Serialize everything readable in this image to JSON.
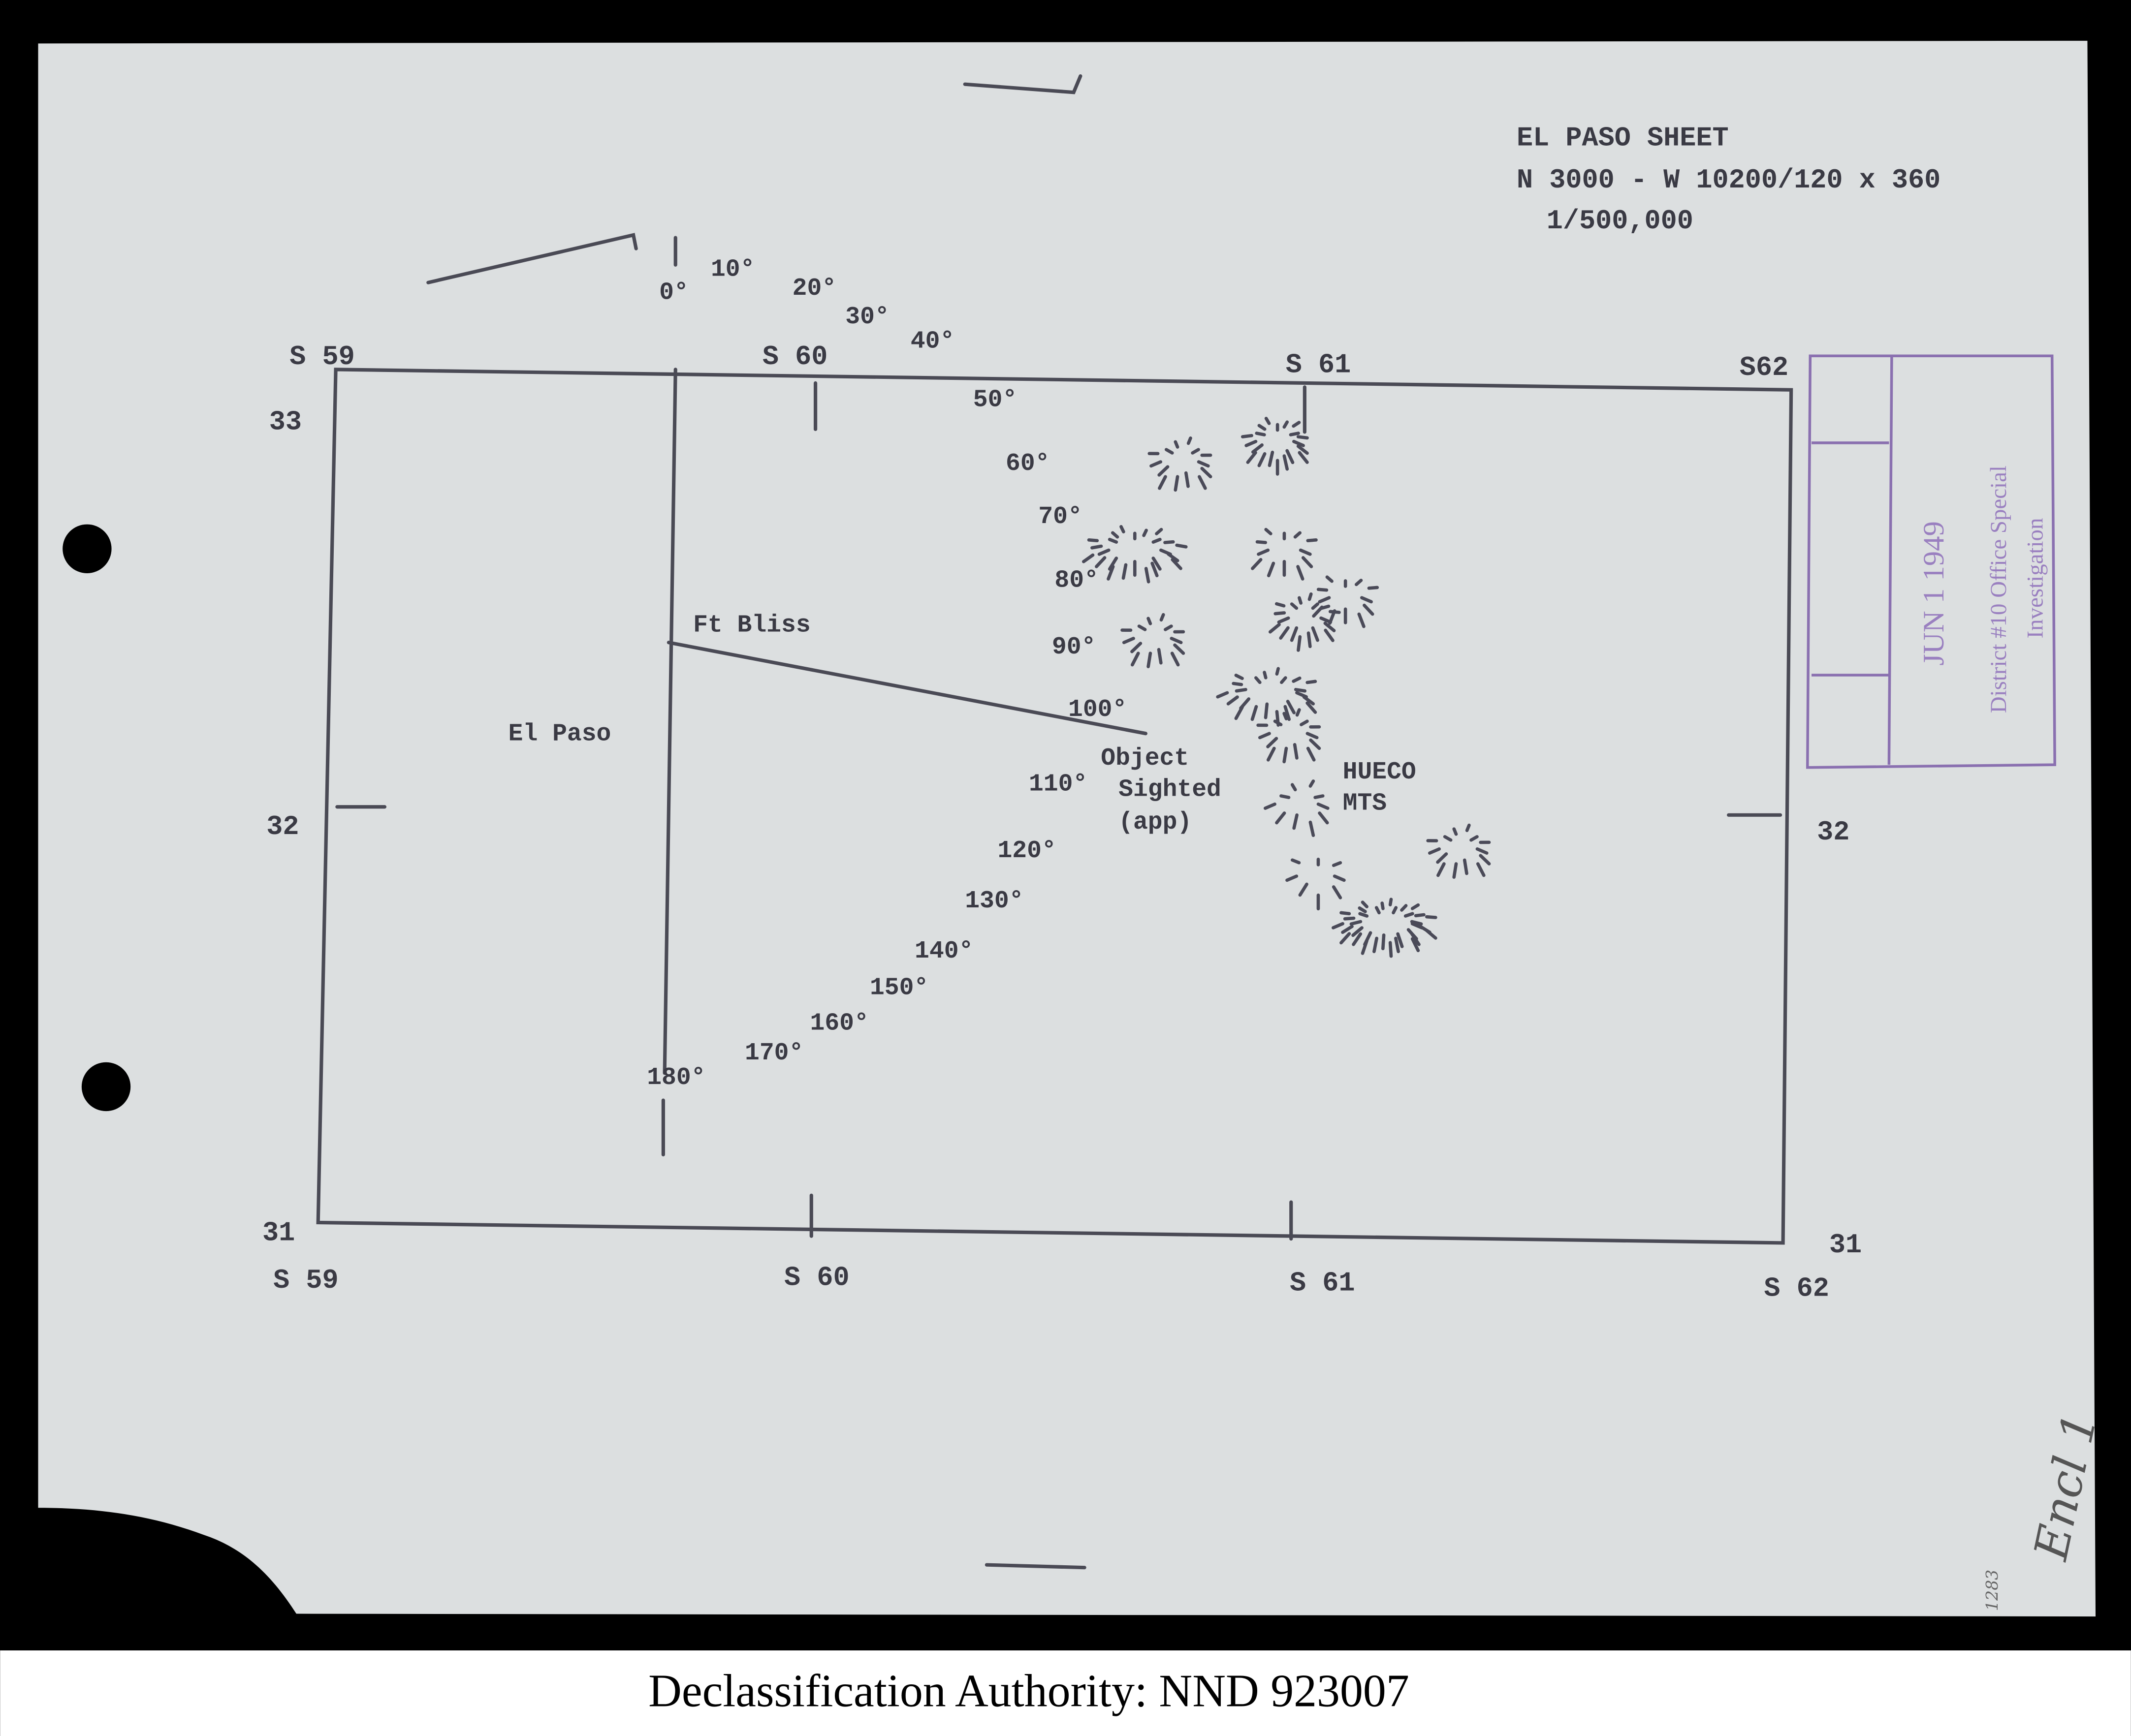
{
  "header": {
    "sheet_title": "EL PASO SHEET",
    "coordinates": "N 3000 - W 10200/120 x 360",
    "scale": "1/500,000"
  },
  "grid_labels": {
    "top": [
      "S 59",
      "S 60",
      "S 61",
      "S62"
    ],
    "bottom": [
      "S 59",
      "S 60",
      "S 61",
      "S 62"
    ],
    "left": [
      "33",
      "32",
      "31"
    ],
    "right": [
      "32",
      "31"
    ]
  },
  "bearings": [
    "0°",
    "10°",
    "20°",
    "30°",
    "40°",
    "50°",
    "60°",
    "70°",
    "80°",
    "90°",
    "100°",
    "110°",
    "120°",
    "130°",
    "140°",
    "150°",
    "160°",
    "170°",
    "180°"
  ],
  "places": {
    "ft_bliss": "Ft Bliss",
    "el_paso": "El Paso",
    "object_line1": "Object",
    "object_line2": "Sighted",
    "object_line3": "(app)",
    "hueco_line1": "HUECO",
    "hueco_line2": "MTS"
  },
  "stamp": {
    "date": "JUN 1 1949",
    "office_line1": "District #10 Office Special",
    "office_line2": "Investigation"
  },
  "handwriting": "Encl 1",
  "page_number": "1283",
  "footer": "Declassification Authority: NND 923007"
}
